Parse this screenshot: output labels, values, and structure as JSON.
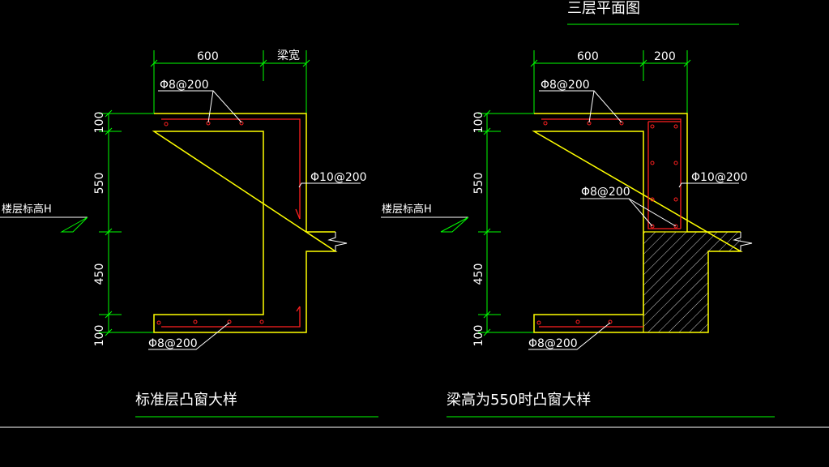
{
  "drawing": {
    "title_top": "三层平面图",
    "left_detail": {
      "caption": "标准层凸窗大样",
      "dim_600": "600",
      "dim_beam_width": "梁宽",
      "dim_100_top": "100",
      "dim_550": "550",
      "dim_450": "450",
      "dim_100_bottom": "100",
      "floor_level": "楼层标高H",
      "rebar_top": "Φ8@200",
      "rebar_side": "Φ10@200",
      "rebar_bottom": "Φ8@200"
    },
    "right_detail": {
      "caption": "梁高为550时凸窗大样",
      "dim_600": "600",
      "dim_200": "200",
      "dim_100_top": "100",
      "dim_550": "550",
      "dim_450": "450",
      "dim_100_bottom": "100",
      "floor_level": "楼层标高H",
      "rebar_top": "Φ8@200",
      "rebar_side": "Φ10@200",
      "rebar_mid": "Φ8@200",
      "rebar_bottom": "Φ8@200"
    }
  },
  "colors": {
    "background": "#000000",
    "dimension": "#00ff00",
    "outline": "#ffff00",
    "rebar": "#ff2020",
    "text": "#ffffff",
    "hatch": "#ffffff"
  }
}
